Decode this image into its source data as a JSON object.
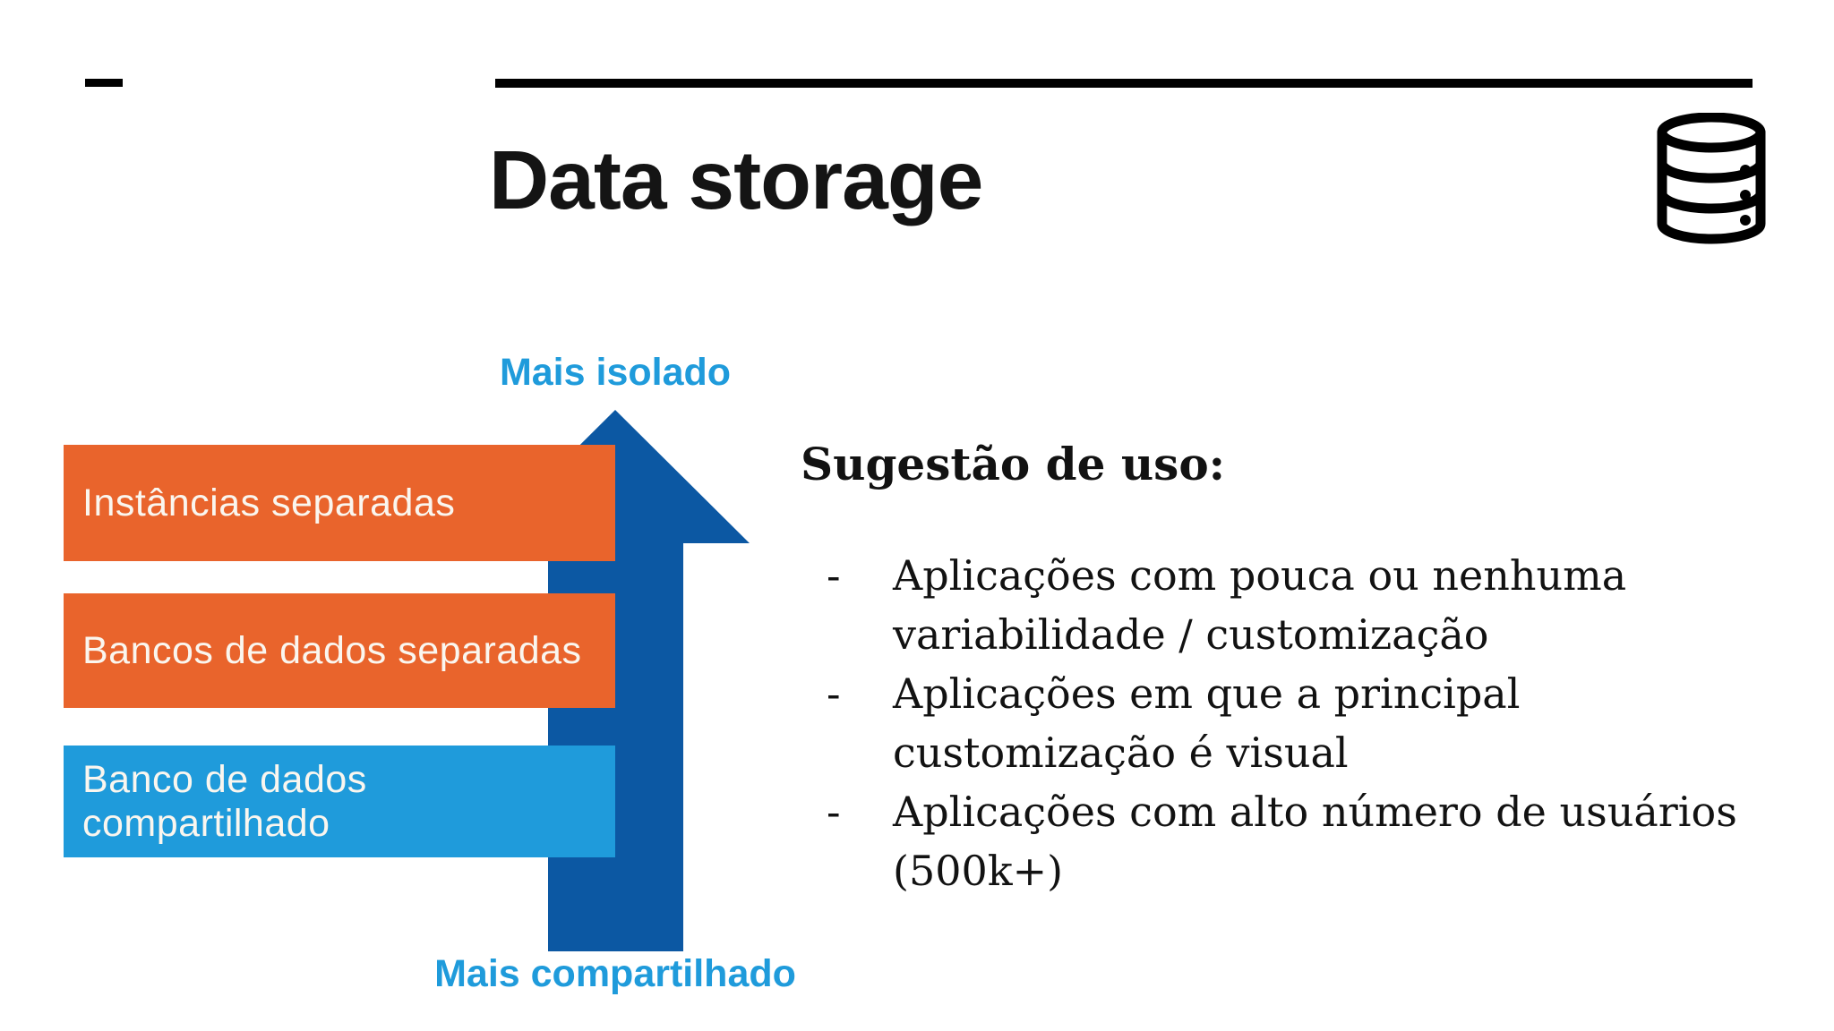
{
  "slide": {
    "title": "Data storage",
    "icons": {
      "header": "database-icon"
    }
  },
  "diagram": {
    "axis_top_label": "Mais isolado",
    "axis_bottom_label": "Mais compartilhado",
    "axis_label_color": "#1F9BDB",
    "arrow_color": "#0C58A3",
    "bar_text_color": "#FAF6EF",
    "bars": [
      {
        "label": "Instâncias separadas",
        "color": "#E9642C"
      },
      {
        "label": "Bancos de dados separadas",
        "color": "#E9642C"
      },
      {
        "label": "Banco de dados compartilhado",
        "color": "#1F9BDB"
      }
    ]
  },
  "suggestions": {
    "heading": "Sugestão de uso:",
    "marker": "-",
    "items": [
      {
        "text": "Aplicações com pouca ou nenhuma\nvariabilidade / customização"
      },
      {
        "text": "Aplicações em que a principal\ncustomização é visual"
      },
      {
        "text": "Aplicações com alto número de usuários\n(500k+)"
      }
    ]
  }
}
